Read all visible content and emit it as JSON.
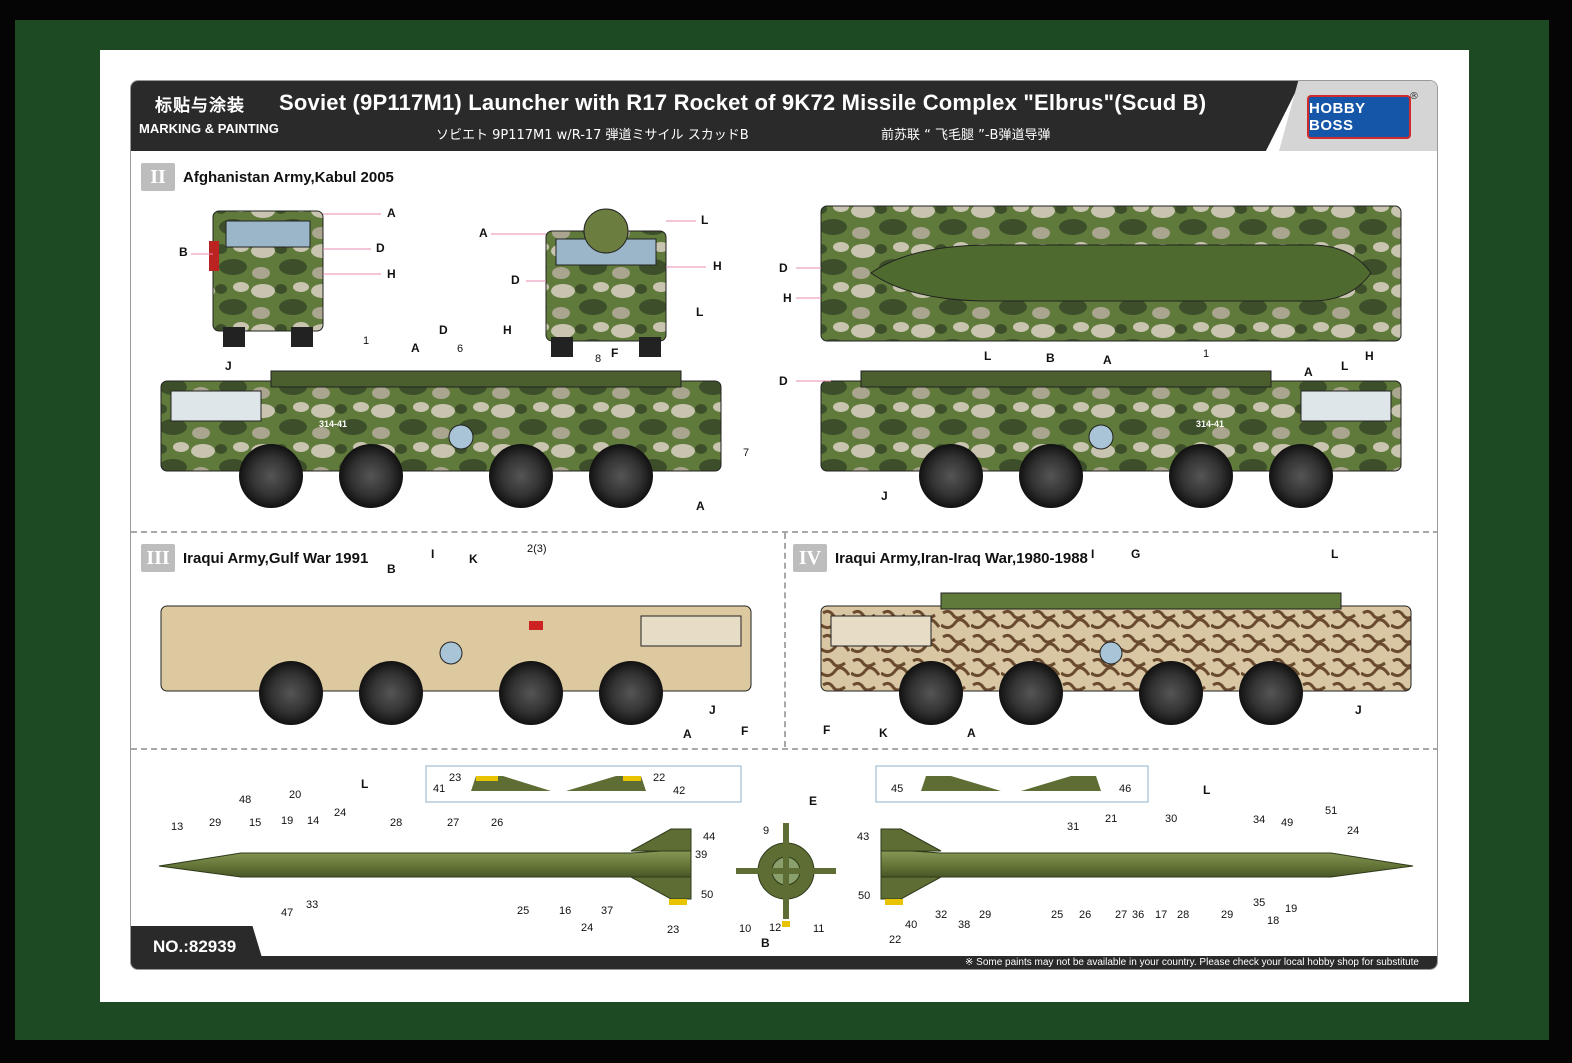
{
  "header": {
    "cn_label": "标贴与涂装",
    "en_label": "MARKING & PAINTING",
    "title": "Soviet (9P117M1) Launcher with R17 Rocket of 9K72 Missile Complex \"Elbrus\"(Scud B)",
    "jp_title": "ソビエト 9P117M1 w/R-17 弾道ミサイル スカッドB",
    "cn_title": "前苏联 “ 飞毛腿 ”-B弹道导弹",
    "logo_text": "HOBBY BOSS",
    "reg_mark": "®"
  },
  "sections": [
    {
      "roman": "II",
      "title": "Afghanistan Army,Kabul 2005"
    },
    {
      "roman": "III",
      "title": "Iraqui Army,Gulf War 1991"
    },
    {
      "roman": "IV",
      "title": "Iraqui Army,Iran-Iraq War,1980-1988"
    }
  ],
  "labels": {
    "A": "A",
    "B": "B",
    "D": "D",
    "E": "E",
    "F": "F",
    "G": "G",
    "H": "H",
    "I": "I",
    "J": "J",
    "K": "K",
    "L": "L"
  },
  "numbers": {
    "n1": "1",
    "n2_3": "2(3)",
    "n6": "6",
    "n7": "7",
    "n8": "8",
    "n9": "9",
    "n10": "10",
    "n11": "11",
    "n12": "12",
    "n13": "13",
    "n14": "14",
    "n15": "15",
    "n16": "16",
    "n17": "17",
    "n18": "18",
    "n19": "19",
    "n20": "20",
    "n21": "21",
    "n22": "22",
    "n23": "23",
    "n24": "24",
    "n25": "25",
    "n26": "26",
    "n27": "27",
    "n28": "28",
    "n29": "29",
    "n30": "30",
    "n31": "31",
    "n32": "32",
    "n33": "33",
    "n34": "34",
    "n35": "35",
    "n36": "36",
    "n37": "37",
    "n38": "38",
    "n39": "39",
    "n40": "40",
    "n41": "41",
    "n42": "42",
    "n43": "43",
    "n44": "44",
    "n45": "45",
    "n46": "46",
    "n47": "47",
    "n48": "48",
    "n49": "49",
    "n50": "50",
    "n51": "51"
  },
  "vehicle_marking": "314-41",
  "footer": {
    "model_no": "NO.:82939",
    "note": "※ Some paints may not be available in your country. Please check your local hobby shop for substitute"
  },
  "colors": {
    "frame": "#1e4a23",
    "header_dark": "#2a2a2a",
    "camo_green": "#5f7a3a",
    "camo_dark": "#3d4f2a",
    "camo_light": "#c8c4b0",
    "sand": "#d8c7a2",
    "missile_green": "#6b7d3f",
    "logo_blue": "#1656a8",
    "logo_red": "#d02a2a"
  }
}
